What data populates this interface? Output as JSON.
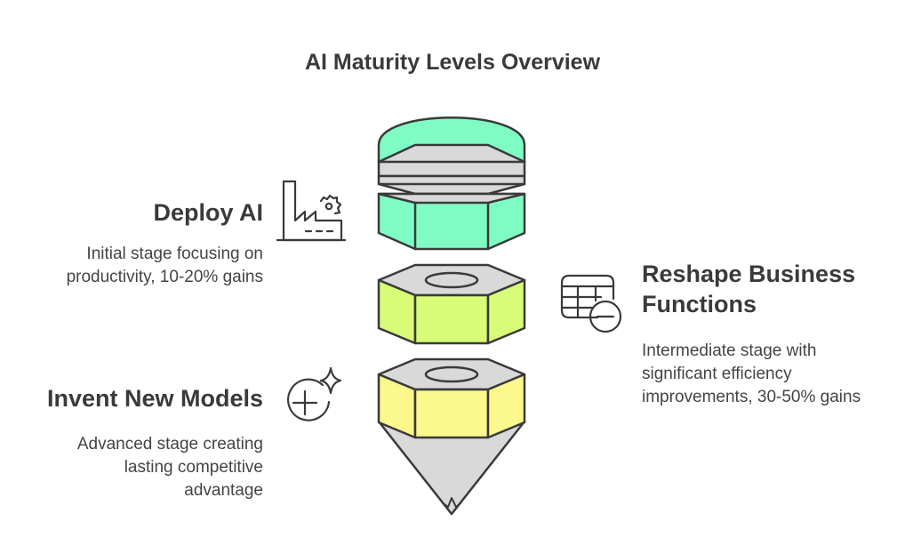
{
  "title": "AI Maturity Levels Overview",
  "stages": [
    {
      "heading": "Deploy AI",
      "description_lines": [
        "Initial stage focusing on",
        "productivity, 10-20% gains"
      ],
      "icon": "factory-icon",
      "color": "#7ffcc4"
    },
    {
      "heading_lines": [
        "Reshape Business",
        "Functions"
      ],
      "description_lines": [
        "Intermediate stage with",
        "significant efficiency",
        "improvements, 30-50% gains"
      ],
      "icon": "spreadsheet-remove-icon",
      "color": "#d8fb78"
    },
    {
      "heading": "Invent New Models",
      "description_lines": [
        "Advanced stage creating",
        "lasting competitive",
        "advantage"
      ],
      "icon": "add-sparkle-icon",
      "color": "#fbf88c"
    }
  ],
  "colors": {
    "outline": "#3a3a3a",
    "gray": "#d9d9d9"
  }
}
